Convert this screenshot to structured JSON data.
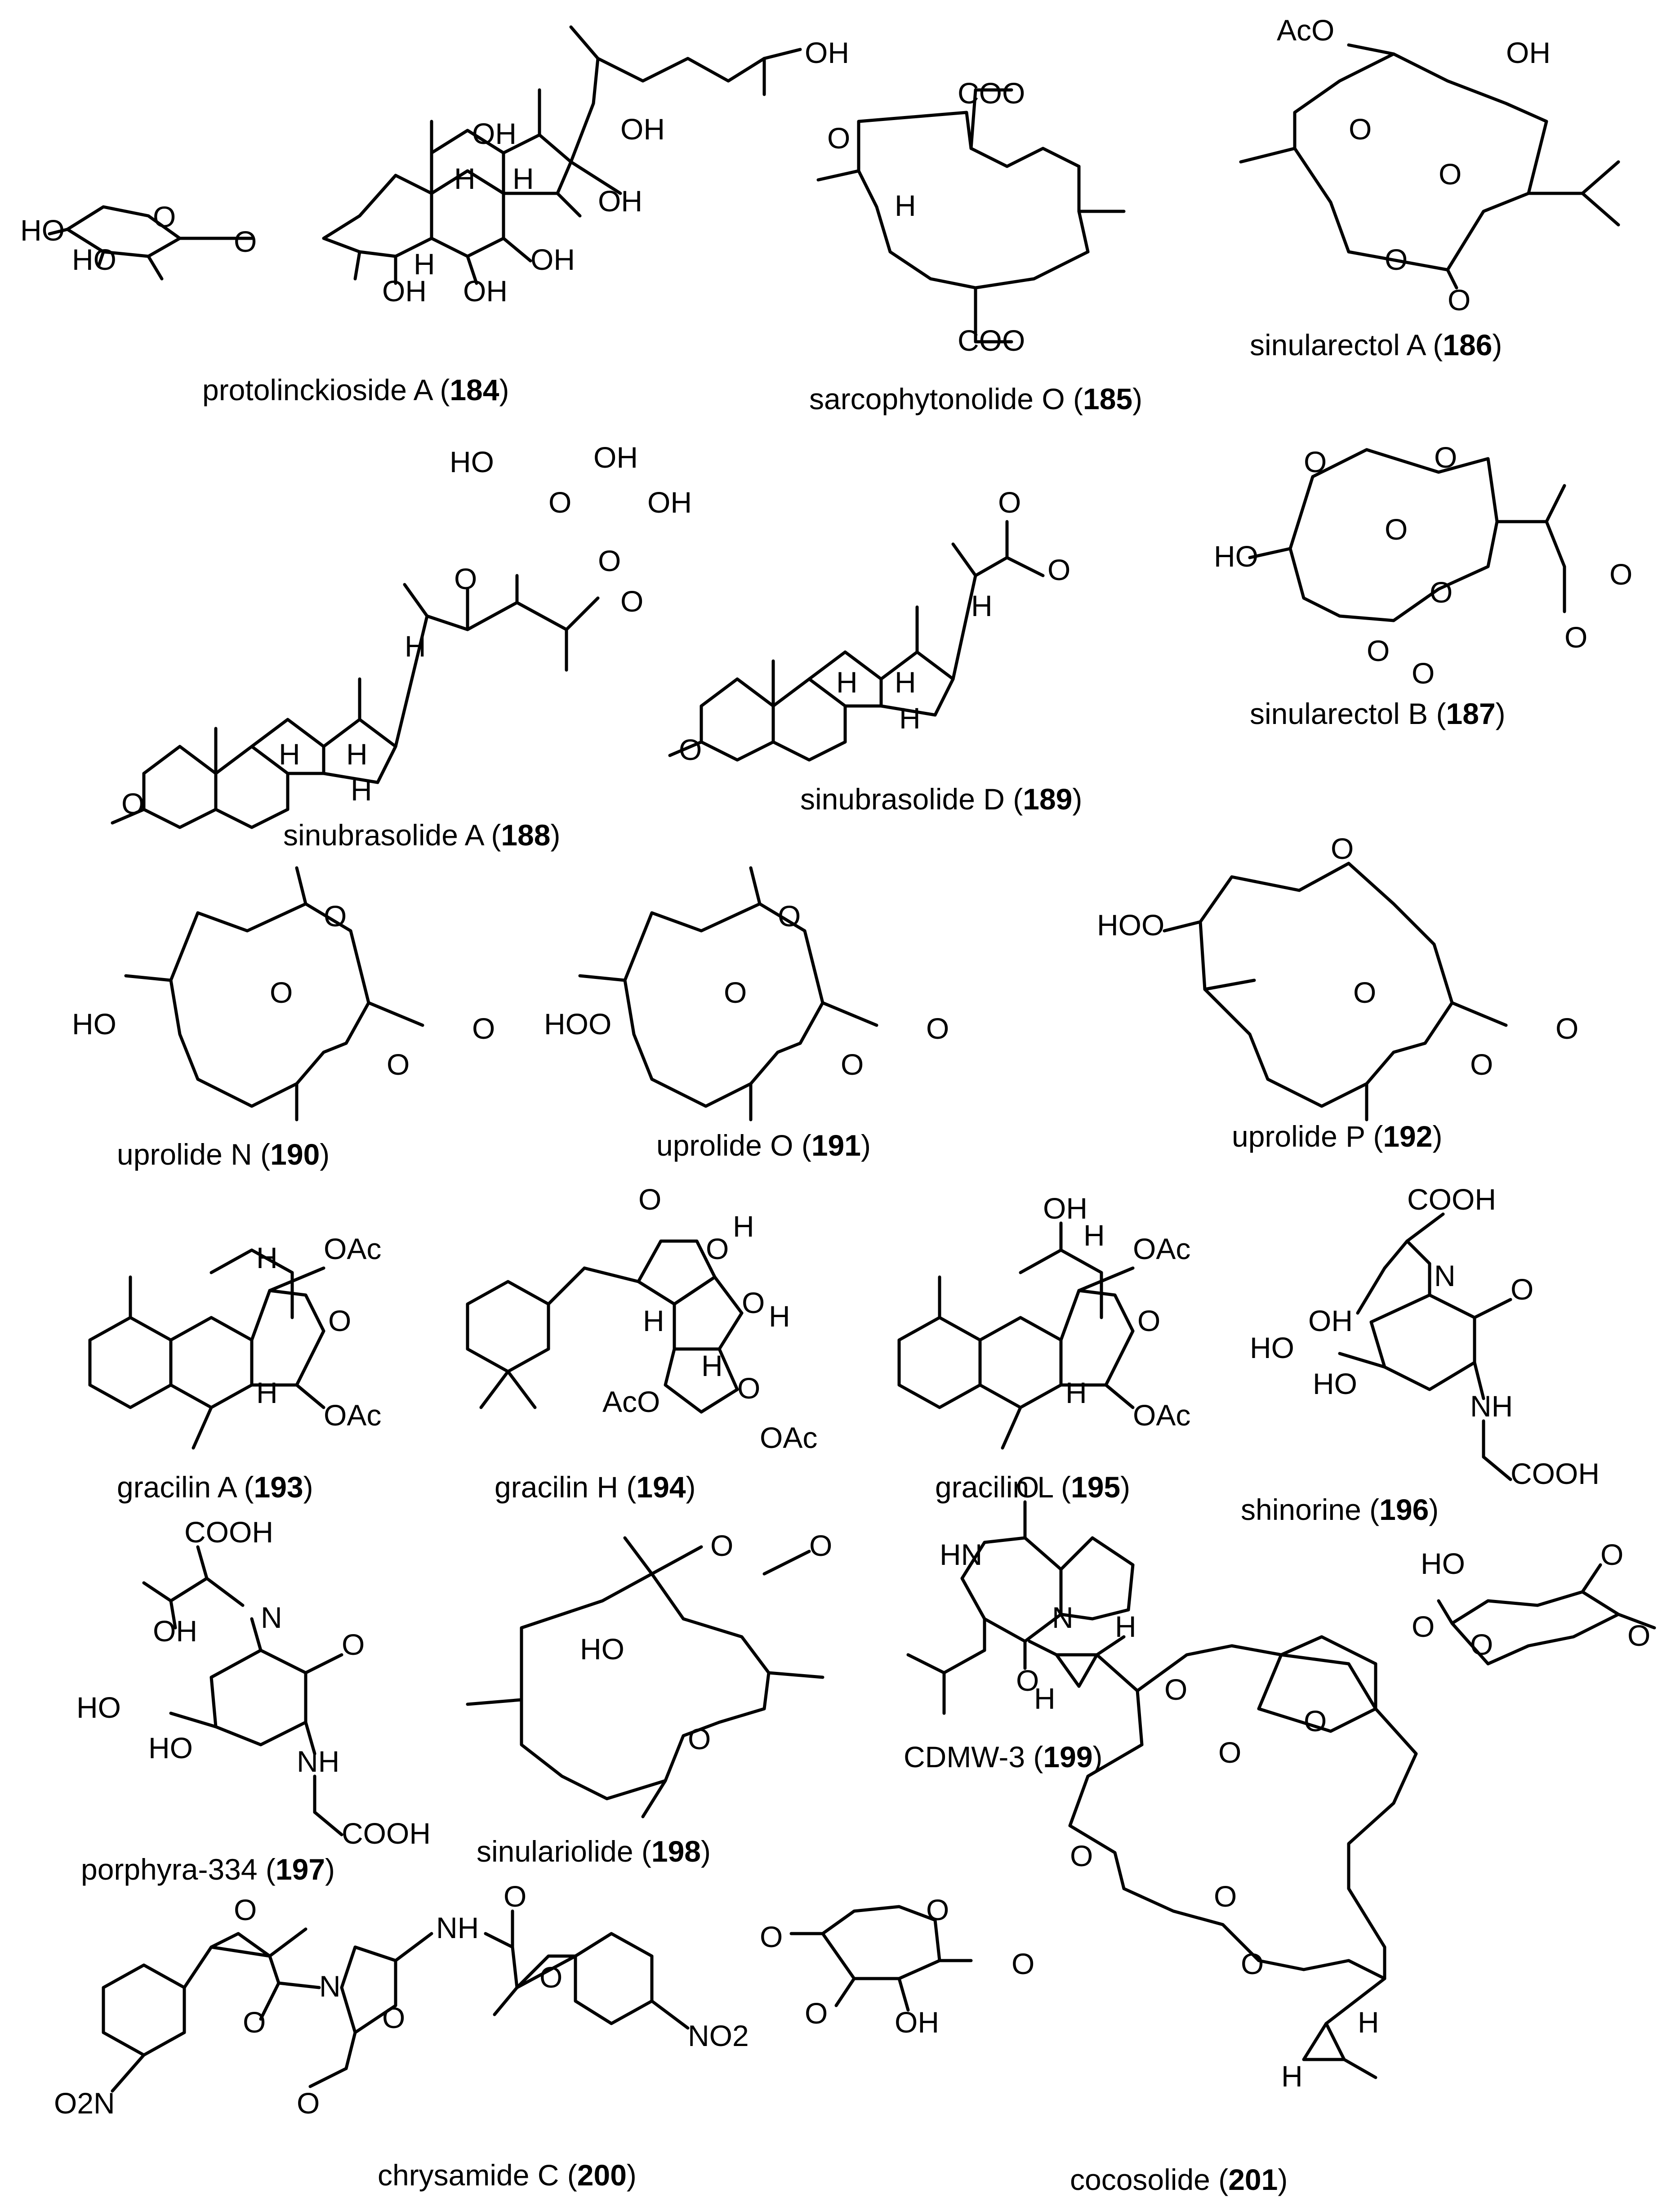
{
  "colors": {
    "ink": "#000000",
    "background": "#ffffff"
  },
  "compounds": [
    {
      "name": "protolinckioside A",
      "number": "184"
    },
    {
      "name": "sarcophytonolide O",
      "number": "185"
    },
    {
      "name": "sinularectol A",
      "number": "186"
    },
    {
      "name": "sinularectol B",
      "number": "187"
    },
    {
      "name": "sinubrasolide A",
      "number": "188"
    },
    {
      "name": "sinubrasolide D",
      "number": "189"
    },
    {
      "name": "uprolide N",
      "number": "190"
    },
    {
      "name": "uprolide O",
      "number": "191"
    },
    {
      "name": "uprolide P",
      "number": "192"
    },
    {
      "name": "gracilin A",
      "number": "193"
    },
    {
      "name": "gracilin H",
      "number": "194"
    },
    {
      "name": "gracilin L",
      "number": "195"
    },
    {
      "name": "shinorine",
      "number": "196"
    },
    {
      "name": "porphyra-334",
      "number": "197"
    },
    {
      "name": "sinulariolide",
      "number": "198"
    },
    {
      "name": "CDMW-3",
      "number": "199"
    },
    {
      "name": "chrysamide C",
      "number": "200"
    },
    {
      "name": "cocosolide",
      "number": "201"
    }
  ],
  "atoms": {
    "OH": "OH",
    "HO": "HO",
    "O": "O",
    "H": "H",
    "N": "N",
    "NH": "NH",
    "HN": "HN",
    "AcO": "AcO",
    "OAc": "OAc",
    "COOH": "COOH",
    "COO": "COO",
    "HOO": "HOO",
    "O2N": "O2N",
    "NO2": "NO2"
  }
}
